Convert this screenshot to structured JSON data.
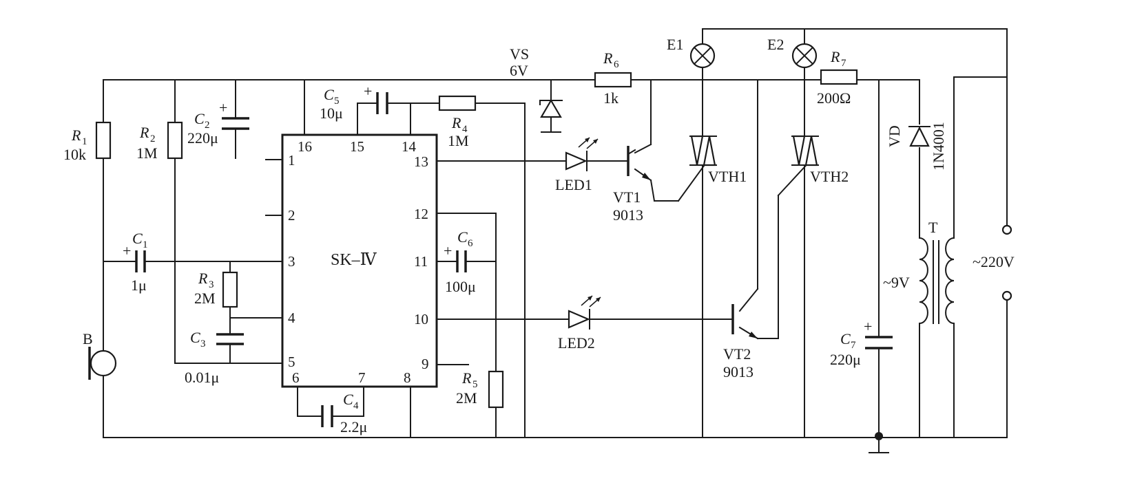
{
  "ic": {
    "name": "SK–Ⅳ",
    "pins": [
      "16",
      "15",
      "14",
      "13",
      "1",
      "2",
      "3",
      "4",
      "5",
      "6",
      "7",
      "8",
      "9",
      "10",
      "11",
      "12"
    ]
  },
  "components": {
    "R1": {
      "ref": "R",
      "sub": "1",
      "value": "10k"
    },
    "R2": {
      "ref": "R",
      "sub": "2",
      "value": "1M"
    },
    "R3": {
      "ref": "R",
      "sub": "3",
      "value": "2M"
    },
    "R4": {
      "ref": "R",
      "sub": "4",
      "value": "1M"
    },
    "R5": {
      "ref": "R",
      "sub": "5",
      "value": "2M"
    },
    "R6": {
      "ref": "R",
      "sub": "6",
      "value": "1k"
    },
    "R7": {
      "ref": "R",
      "sub": "7",
      "value": "200Ω"
    },
    "C1": {
      "ref": "C",
      "sub": "1",
      "value": "1μ"
    },
    "C2": {
      "ref": "C",
      "sub": "2",
      "value": "220μ"
    },
    "C3": {
      "ref": "C",
      "sub": "3",
      "value": "0.01μ"
    },
    "C4": {
      "ref": "C",
      "sub": "4",
      "value": "2.2μ"
    },
    "C5": {
      "ref": "C",
      "sub": "5",
      "value": "10μ"
    },
    "C6": {
      "ref": "C",
      "sub": "6",
      "value": "100μ"
    },
    "C7": {
      "ref": "C",
      "sub": "7",
      "value": "220μ"
    },
    "VS": {
      "label": "VS",
      "value": "6V"
    },
    "LED1": {
      "label": "LED1"
    },
    "LED2": {
      "label": "LED2"
    },
    "VT1": {
      "label": "VT1",
      "value": "9013"
    },
    "VT2": {
      "label": "VT2",
      "value": "9013"
    },
    "VTH1": {
      "label": "VTH1"
    },
    "VTH2": {
      "label": "VTH2"
    },
    "E1": {
      "label": "E1"
    },
    "E2": {
      "label": "E2"
    },
    "VD": {
      "label": "VD",
      "value": "1N4001"
    },
    "T": {
      "label": "T",
      "secondary": "~9V"
    },
    "B": {
      "label": "B"
    },
    "mains": {
      "label": "~220V"
    }
  },
  "polarity_mark": "+"
}
